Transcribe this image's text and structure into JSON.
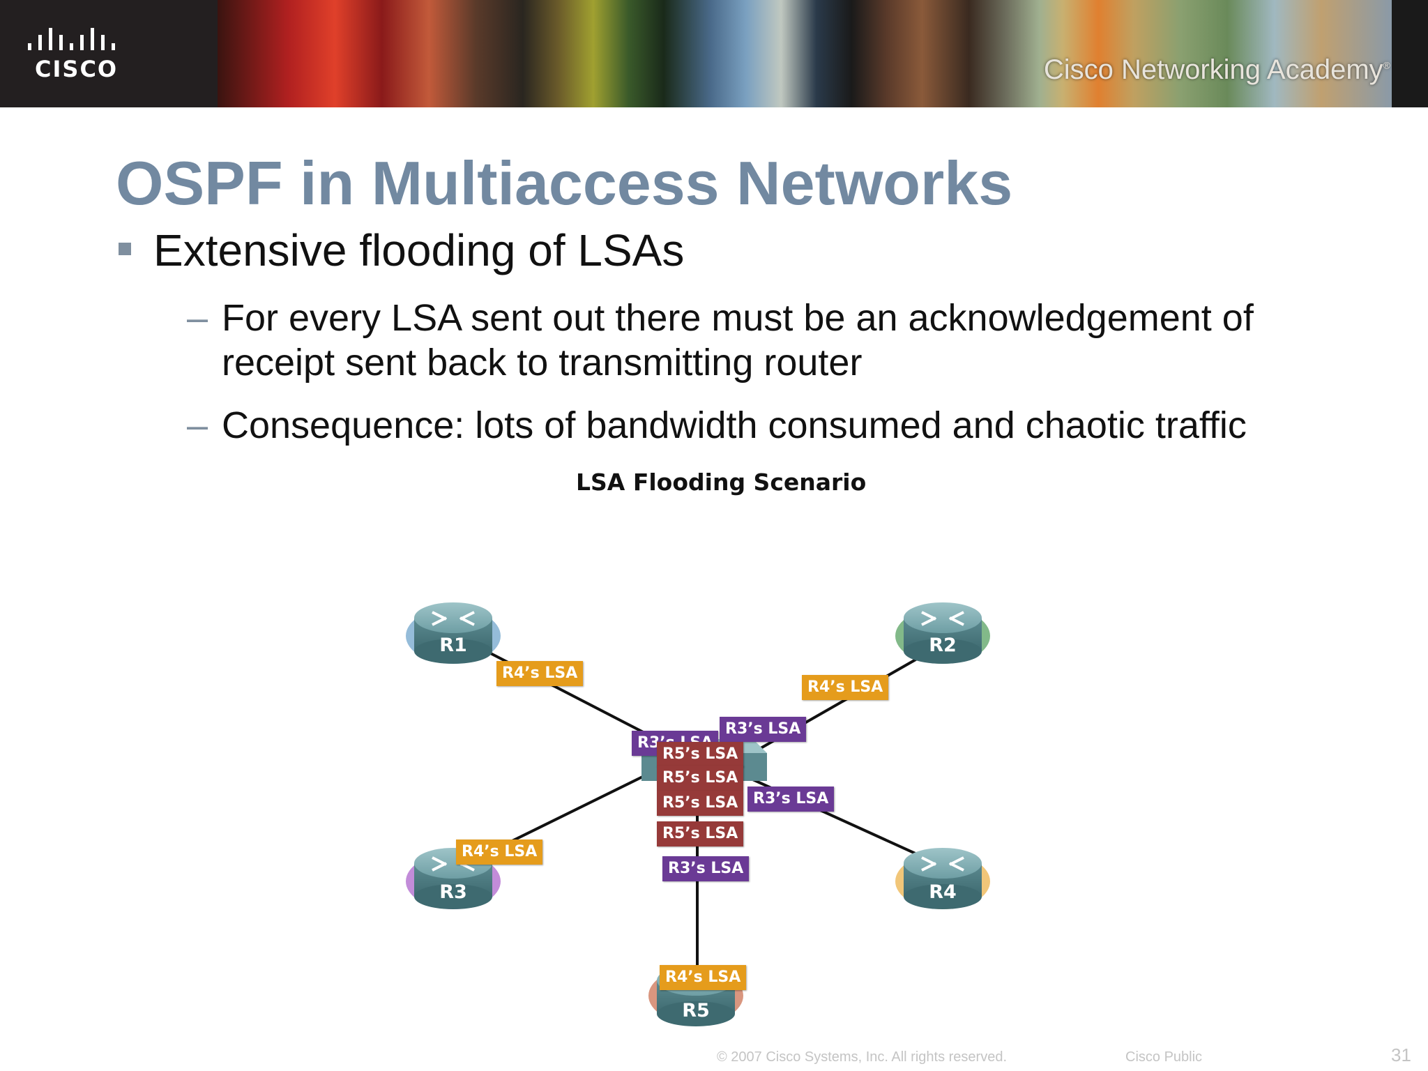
{
  "header": {
    "brand": "CISCO",
    "academy": "Cisco Networking Academy",
    "academy_mark": "®"
  },
  "slide": {
    "title": "OSPF in Multiaccess Networks",
    "bullet": "Extensive flooding of LSAs",
    "sub_bullets": [
      "For every LSA sent out there must be an acknowledgement of",
      "receipt sent back to transmitting router",
      "Consequence:  lots of bandwidth consumed and chaotic traffic"
    ],
    "dash": "–"
  },
  "diagram": {
    "title": "LSA Flooding Scenario",
    "routers": [
      {
        "name": "R1",
        "color": "#4f8fc0"
      },
      {
        "name": "R2",
        "color": "#2e8a3a"
      },
      {
        "name": "R3",
        "color": "#9a3fc0"
      },
      {
        "name": "R4",
        "color": "#e8a020"
      },
      {
        "name": "R5",
        "color": "#c0502a"
      }
    ],
    "labels": {
      "r4_r1": "R4’s LSA",
      "r4_r2": "R4’s LSA",
      "r4_r3": "R4’s LSA",
      "r4_r5": "R4’s LSA",
      "r3_center_a": "R3’s LSA",
      "r3_center_b": "R3’s LSA",
      "r3_center_c": "R3’s LSA",
      "r3_center_d": "R3’s LSA",
      "r5_1": "R5’s LSA",
      "r5_2": "R5’s LSA",
      "r5_3": "R5’s LSA",
      "r5_4": "R5’s LSA"
    },
    "colors": {
      "r4_lsa": "#e59c1c",
      "r3_lsa": "#6a3a95",
      "r5_lsa": "#963a39"
    }
  },
  "footer": {
    "copyright": "© 2007 Cisco Systems, Inc. All rights reserved.",
    "classification": "Cisco Public",
    "page_number": "31"
  }
}
